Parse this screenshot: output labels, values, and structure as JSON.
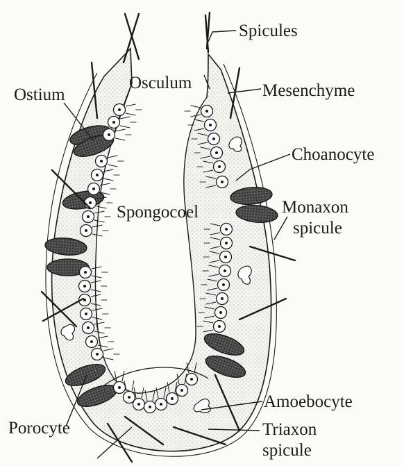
{
  "labels": {
    "spicules": "Spicules",
    "osculum": "Osculum",
    "ostium": "Ostium",
    "mesenchyme": "Mesenchyme",
    "choanocyte": "Choanocyte",
    "spongocoel": "Spongocoel",
    "monaxon_line1": "Monaxon",
    "monaxon_line2": "spicule",
    "amoebocyte": "Amoebocyte",
    "triaxon_line1": "Triaxon",
    "triaxon_line2": "spicule",
    "porocyte": "Porocyte"
  },
  "colors": {
    "ink": "#1a1a1a",
    "paper": "#fbfbf8",
    "porocyte_fill": "#555555",
    "wall_fill": "#ececea"
  }
}
